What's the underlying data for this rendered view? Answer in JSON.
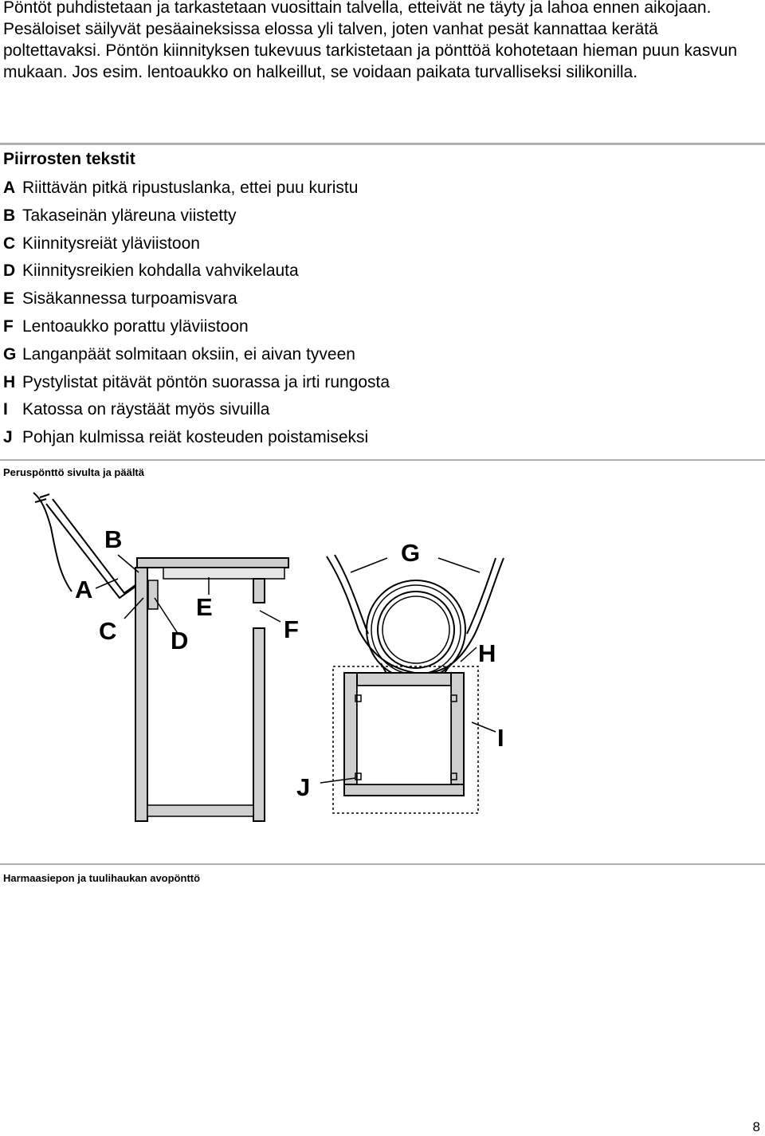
{
  "intro_text": "Pöntöt puhdistetaan ja tarkastetaan vuosittain talvella, etteivät ne täyty ja lahoa ennen aikojaan. Pesäloiset säilyvät pesäaineksissa elossa yli talven, joten vanhat pesät kannattaa kerätä poltettavaksi. Pöntön kiinnityksen tukevuus tarkistetaan ja pönttöä kohotetaan hieman puun kasvun mukaan. Jos esim. lentoaukko on halkeillut, se voidaan paikata turvalliseksi silikonilla.",
  "legend": {
    "heading": "Piirrosten tekstit",
    "items": [
      {
        "letter": "A",
        "text": "Riittävän pitkä ripustuslanka, ettei puu kuristu"
      },
      {
        "letter": "B",
        "text": "Takaseinän yläreuna viistetty"
      },
      {
        "letter": "C",
        "text": "Kiinnitysreiät yläviistoon"
      },
      {
        "letter": "D",
        "text": "Kiinnitysreikien kohdalla vahvikelauta"
      },
      {
        "letter": "E",
        "text": "Sisäkannessa turpoamisvara"
      },
      {
        "letter": "F",
        "text": "Lentoaukko porattu yläviistoon"
      },
      {
        "letter": "G",
        "text": "Langanpäät solmitaan oksiin, ei aivan tyveen"
      },
      {
        "letter": "H",
        "text": "Pystylistat pitävät pöntön suorassa ja irti rungosta"
      },
      {
        "letter": "I",
        "text": "Katossa on räystäät myös sivuilla"
      },
      {
        "letter": "J",
        "text": "Pohjan kulmissa reiät kosteuden poistamiseksi"
      }
    ]
  },
  "captions": {
    "diagram1": "Peruspönttö sivulta ja päältä",
    "diagram2": "Harmaasiepon ja tuulihaukan avopönttö"
  },
  "diagram_labels": {
    "A": "A",
    "B": "B",
    "C": "C",
    "D": "D",
    "E": "E",
    "F": "F",
    "G": "G",
    "H": "H",
    "I": "I",
    "J": "J"
  },
  "page_number": "8"
}
